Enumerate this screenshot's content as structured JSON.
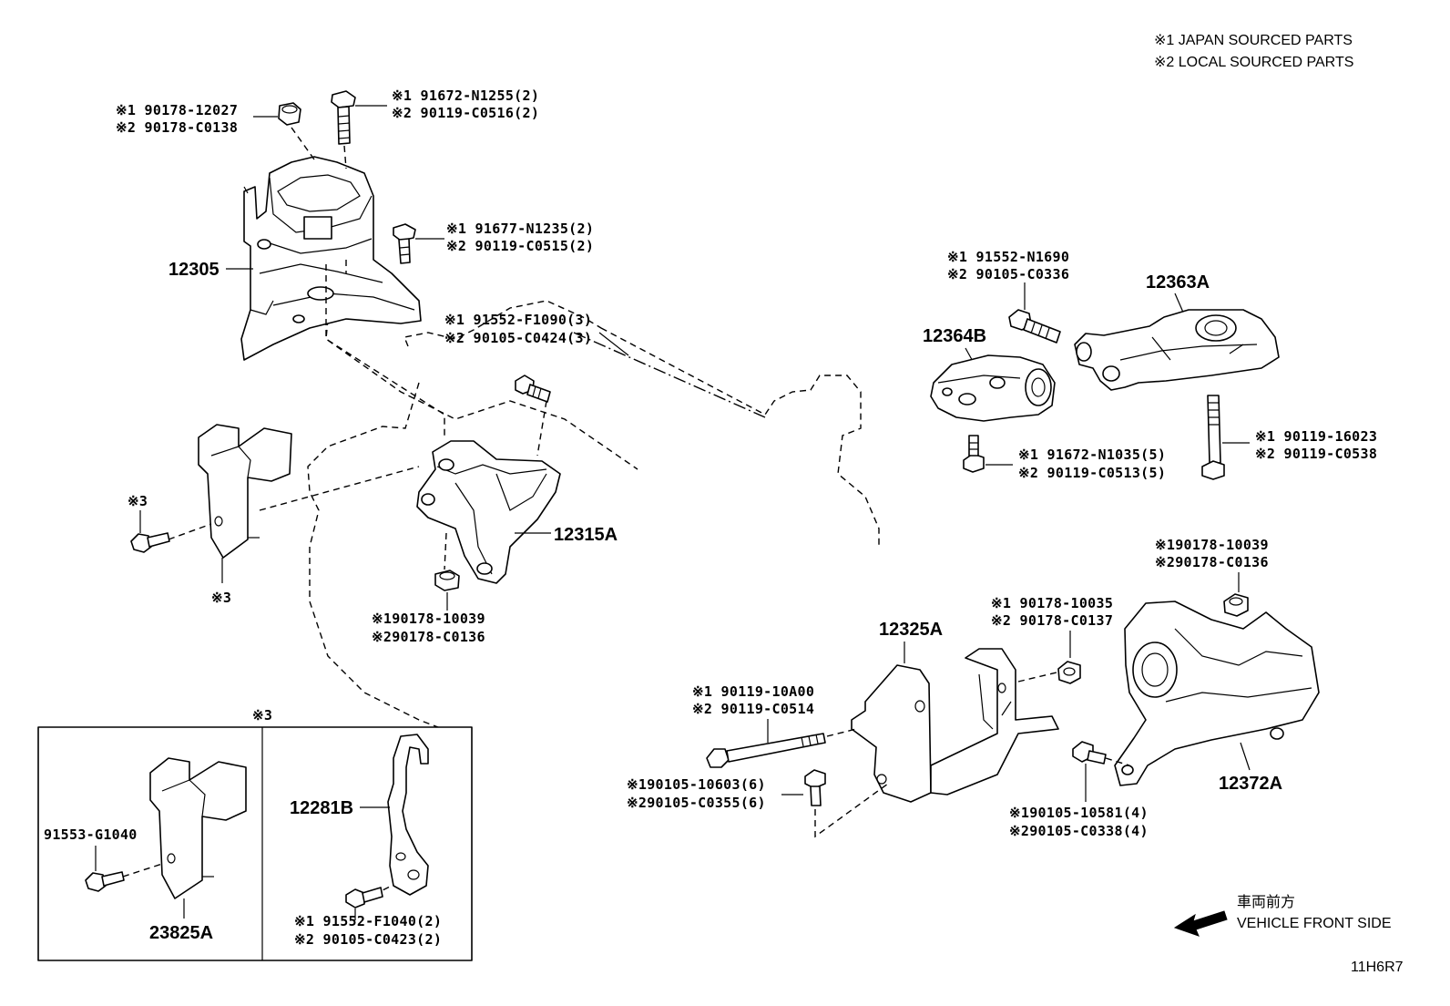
{
  "legend": {
    "line1": "※1 JAPAN SOURCED PARTS",
    "line2": "※2 LOCAL SOURCED PARTS"
  },
  "part_numbers": {
    "p12305": "12305",
    "p12315A": "12315A",
    "p12364B": "12364B",
    "p12363A": "12363A",
    "p12325A": "12325A",
    "p12372A": "12372A",
    "p12281B": "12281B",
    "p23825A": "23825A",
    "p91553": "91553-G1040"
  },
  "callouts": {
    "nut_top_1": "※1 90178-12027",
    "nut_top_2": "※2 90178-C0138",
    "bolt_top_1": "※1 91672-N1255(2)",
    "bolt_top_2": "※2 90119-C0516(2)",
    "bolt_mid_1": "※1 91677-N1235(2)",
    "bolt_mid_2": "※2 90119-C0515(2)",
    "bolt_center_1": "※1 91552-F1090(3)",
    "bolt_center_2": "※2 90105-C0424(3)",
    "nut_bottom_1": "※190178-10039",
    "nut_bottom_2": "※290178-C0136",
    "bolt_right_1": "※1 91552-N1690",
    "bolt_right_2": "※2 90105-C0336",
    "bolt_r5_1": "※1  91672-N1035(5)",
    "bolt_r5_2": "※2  90119-C0513(5)",
    "long_bolt_1": "※1  90119-16023",
    "long_bolt_2": "※2  90119-C0538",
    "nut_r_1": "※190178-10039",
    "nut_r_2": "※290178-C0136",
    "nut_mid_1": "※1 90178-10035",
    "nut_mid_2": "※2 90178-C0137",
    "through_1": "※1 90119-10A00",
    "through_2": "※2 90119-C0514",
    "bolt6_1": "※190105-10603(6)",
    "bolt6_2": "※290105-C0355(6)",
    "bolt4_1": "※190105-10581(4)",
    "bolt4_2": "※290105-C0338(4)",
    "inset_bolt_1": "※1 91552-F1040(2)",
    "inset_bolt_2": "※2 90105-C0423(2)"
  },
  "marks": {
    "m3_a": "※3",
    "m3_b": "※3",
    "m3_inset": "※3"
  },
  "direction": {
    "jp": "車両前方",
    "en": "VEHICLE FRONT SIDE"
  },
  "diagram_code": "11H6R7"
}
